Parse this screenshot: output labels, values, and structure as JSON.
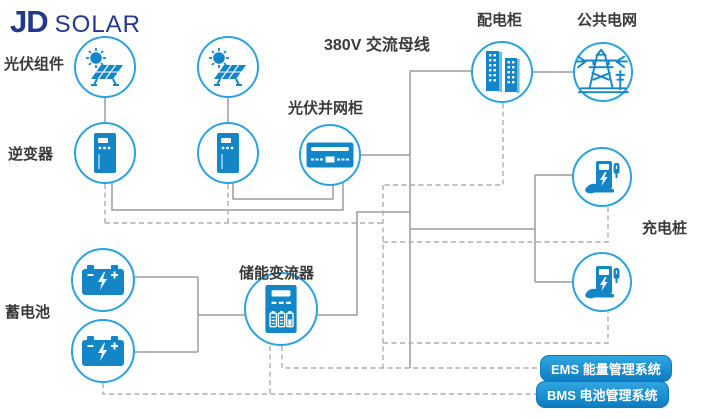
{
  "logo": {
    "primary": "JD",
    "secondary": "SOLAR"
  },
  "labels": {
    "pv_modules": "光伏组件",
    "inverter": "逆变器",
    "pv_grid_cabinet": "光伏并网柜",
    "ac_bus": "380V 交流母线",
    "distribution_cabinet": "配电柜",
    "public_grid": "公共电网",
    "charging_pile": "充电桩",
    "battery": "蓄电池",
    "storage_converter": "储能变流器"
  },
  "systems": {
    "ems": "EMS 能量管理系统",
    "bms": "BMS 电池管理系统"
  },
  "icons": {
    "pv_module": "solar-panel-sun-icon",
    "inverter": "inverter-cabinet-icon",
    "pv_grid_cabinet": "grid-connection-cabinet-icon",
    "distribution_cabinet": "distribution-cabinet-icon",
    "public_grid": "transmission-tower-icon",
    "charging_pile": "ev-charger-icon",
    "battery": "battery-icon",
    "storage_converter": "storage-converter-icon"
  },
  "colors": {
    "icon_blue": "#1386c7",
    "circle_stroke": "#2ba2de",
    "logo_navy": "#22388e",
    "label_text": "#3a3a3a",
    "solid_line": "#9c9c9c",
    "dashed_line": "#adadad",
    "system_box_top": "#2fa6e0",
    "system_box_bottom": "#0e7cc2"
  }
}
